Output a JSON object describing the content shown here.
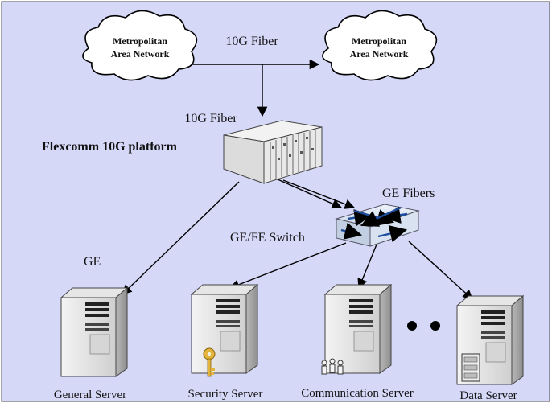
{
  "diagram": {
    "background": "#d6d8f8",
    "clouds": [
      {
        "line1": "Metropolitan",
        "line2": "Area Network"
      },
      {
        "line1": "Metropolitan",
        "line2": "Area Network"
      }
    ],
    "labels": {
      "fiber_top": "10G Fiber",
      "fiber_mid": "10G Fiber",
      "platform": "Flexcomm 10G platform",
      "ge_fibers": "GE Fibers",
      "switch": "GE/FE Switch",
      "ge": "GE"
    },
    "servers": [
      {
        "label": "General Server",
        "badge": ""
      },
      {
        "label": "Security Server",
        "badge": "key"
      },
      {
        "label": "Communication Server",
        "badge": "people"
      },
      {
        "label": "Data Server",
        "badge": "disk-stack"
      }
    ],
    "icons": {
      "platform": "rack-chassis-icon",
      "switch": "network-switch-icon",
      "server": "tower-server-icon",
      "more": "ellipsis-dots"
    }
  }
}
